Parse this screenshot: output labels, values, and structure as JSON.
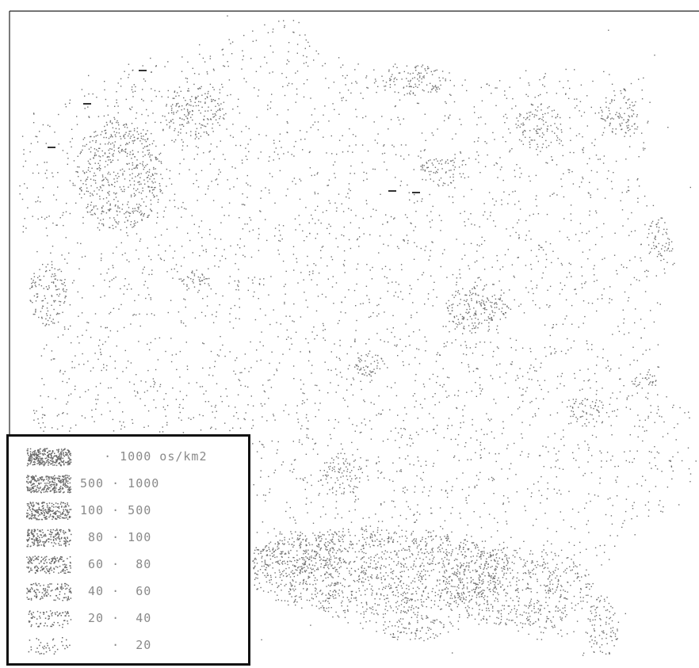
{
  "map": {
    "background": "#ffffff",
    "dot_color": "#6e6e6e",
    "legend": {
      "items": [
        {
          "label": "   · 1000 os/km2",
          "density_class": 8
        },
        {
          "label": "500 · 1000",
          "density_class": 7
        },
        {
          "label": "100 · 500",
          "density_class": 6
        },
        {
          "label": " 80 · 100",
          "density_class": 5
        },
        {
          "label": " 60 ·  80",
          "density_class": 4
        },
        {
          "label": " 40 ·  60",
          "density_class": 3
        },
        {
          "label": " 20 ·  40",
          "density_class": 2
        },
        {
          "label": "    ·  20",
          "density_class": 1
        }
      ]
    }
  }
}
